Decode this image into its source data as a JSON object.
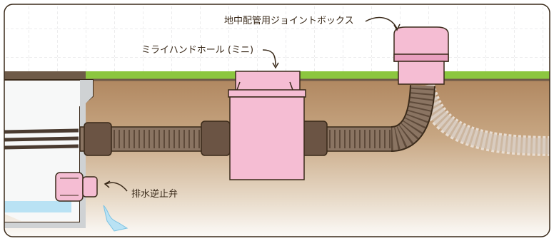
{
  "labels": {
    "joint_box": "地中配管用ジョイントボックス",
    "handhole": "ミライハンドホール (ミニ)",
    "check_valve": "排水逆止弁"
  },
  "colors": {
    "grass": "#8cc63f",
    "soil_top": "#b8926a",
    "soil_mid": "#d9c2a4",
    "pipe": "#8a7462",
    "pipe_dark": "#5e4a3a",
    "pink": "#f5bdd3",
    "pink_dark": "#e9a0bf",
    "wall": "#d7d9da",
    "water": "#b9e2f4",
    "outline": "#3a2a1a"
  }
}
